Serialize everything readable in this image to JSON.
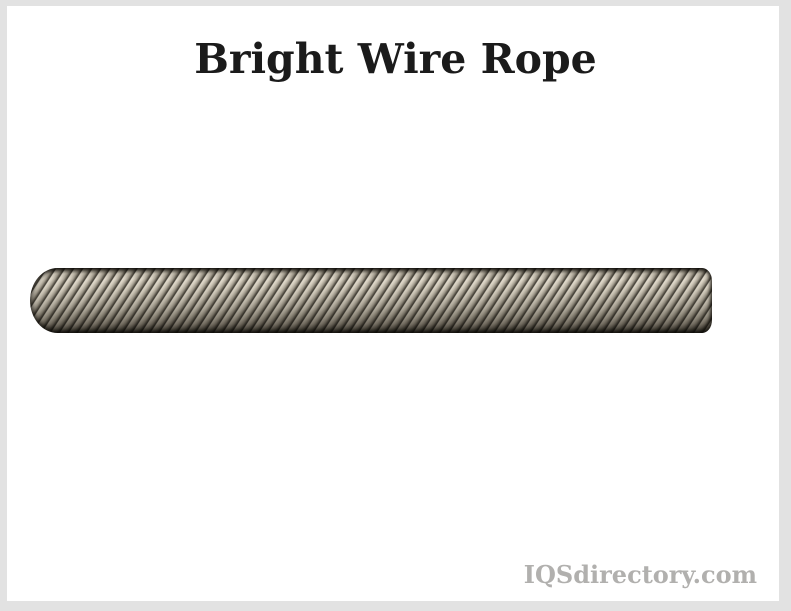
{
  "page": {
    "title": "Bright Wire Rope",
    "watermark": "IQSdirectory.com",
    "image": {
      "name": "bright-wire-rope-photo",
      "description": "Horizontal bright (uncoated) steel wire rope with helically twisted strands"
    },
    "colors": {
      "frame_border": "#e2e2e2",
      "canvas_background": "#ffffff",
      "title_text": "#1b1b1b",
      "watermark_text": "#b1b0ae",
      "rope_highlight": "#f0ece4",
      "rope_midtone": "#c7c3ba",
      "rope_shadow": "#3a3731"
    }
  }
}
